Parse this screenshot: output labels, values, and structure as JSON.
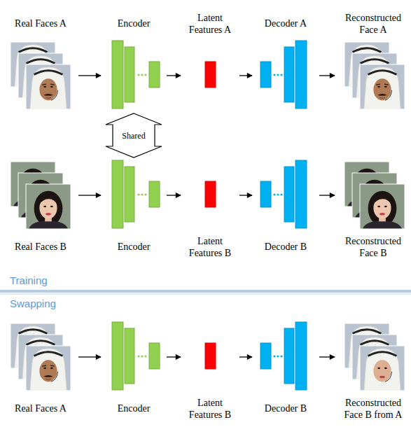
{
  "diagram": {
    "nodes": [
      {
        "text": [
          "Real Faces A"
        ]
      },
      {
        "text": [
          "Encoder"
        ]
      },
      {
        "text": [
          "Latent Features A"
        ]
      },
      {
        "text": [
          "Decoder A"
        ]
      },
      {
        "text": [
          "Reconstructed Face A"
        ]
      },
      {
        "text": [
          "Real Faces B"
        ]
      },
      {
        "text": [
          "Encoder"
        ]
      },
      {
        "text": [
          "Latent Features B"
        ]
      },
      {
        "text": [
          "Decoder B"
        ]
      },
      {
        "text": [
          "Reconstructed Face B"
        ]
      },
      {
        "text": [
          "Real Faces A"
        ]
      },
      {
        "text": [
          "Encoder"
        ]
      },
      {
        "text": [
          "Latent Features B"
        ]
      },
      {
        "text": [
          "Decoder B"
        ]
      },
      {
        "text": [
          "Reconstructed Face B from A"
        ]
      }
    ],
    "edges": [
      {
        "from": 0,
        "to": 1,
        "arrow": "to"
      },
      {
        "from": 1,
        "to": 2,
        "arrow": "to"
      },
      {
        "from": 2,
        "to": 3,
        "arrow": "to"
      },
      {
        "from": 3,
        "to": 4,
        "arrow": "to"
      },
      {
        "from": 5,
        "to": 6,
        "arrow": "to"
      },
      {
        "from": 6,
        "to": 7,
        "arrow": "to"
      },
      {
        "from": 7,
        "to": 8,
        "arrow": "to"
      },
      {
        "from": 8,
        "to": 9,
        "arrow": "to"
      },
      {
        "from": 10,
        "to": 11,
        "arrow": "to"
      },
      {
        "from": 11,
        "to": 12,
        "arrow": "to"
      },
      {
        "from": 12,
        "to": 13,
        "arrow": "to"
      },
      {
        "from": 13,
        "to": 14,
        "arrow": "to"
      },
      {
        "from": 1,
        "to": 6,
        "label": "Shared",
        "arrow": "both"
      }
    ],
    "labels": [
      "Training",
      "Swapping"
    ]
  }
}
